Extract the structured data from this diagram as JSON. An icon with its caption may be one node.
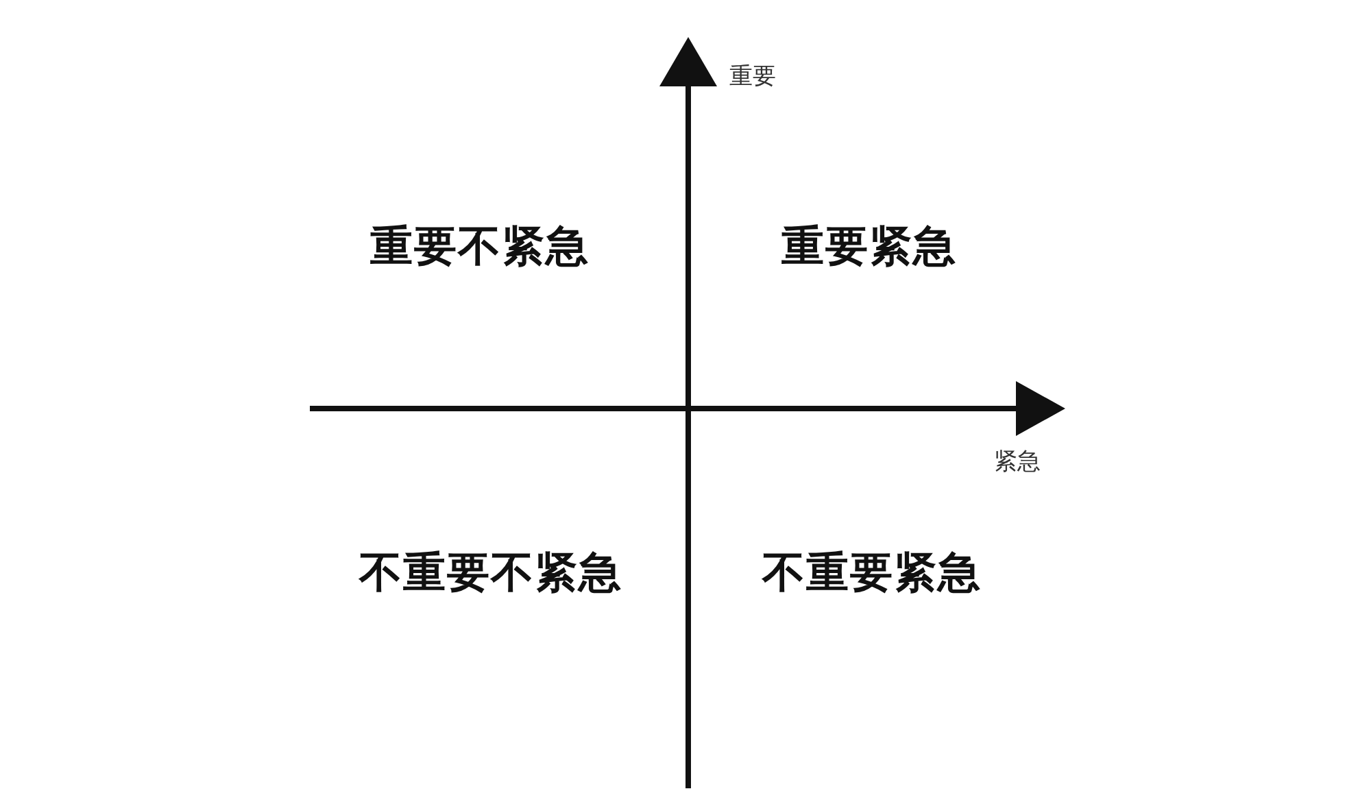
{
  "diagram": {
    "labels": [
      "重要",
      "重要不紧急",
      "重要紧急",
      "紧急",
      "不重要不紧急",
      "不重要紧急"
    ]
  }
}
